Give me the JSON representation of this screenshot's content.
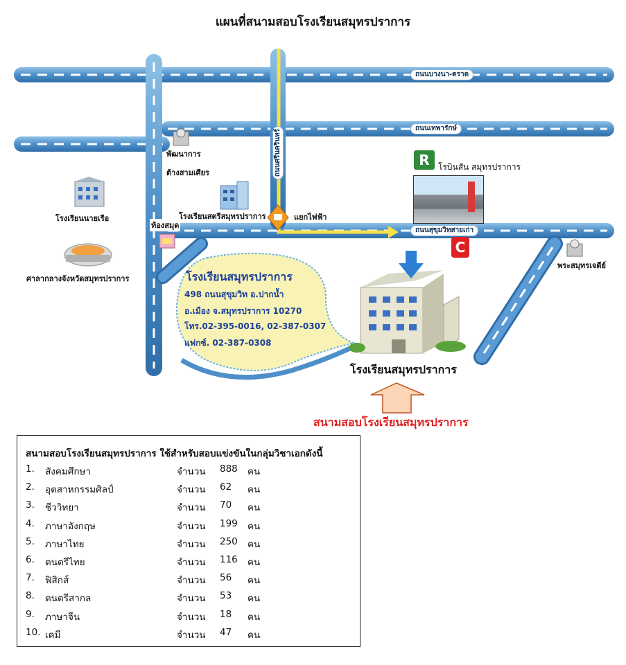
{
  "title": "แผนที่สนามสอบโรงเรียนสมุทรปราการ",
  "roads": {
    "bangna_trad": "ถนนบางนา-ตราด",
    "thepharak": "ถนนเทพารักษ์",
    "sukhumvit_old": "ถนนสุขุมวิทสายเก่า",
    "srinakarin": "ถนนศรีนครินทร์"
  },
  "places": {
    "pattanakarn": "พัฒนาการ",
    "tang_sam_khian": "ต้างสามเศียร",
    "robinson": "โรบินสัน สมุทรปราการ",
    "satri_school": "โรงเรียนสตรีสมุทรปราการ",
    "traffic_light": "แยกไฟฟ้า",
    "thong_samut": "ท้องสมุด",
    "navy_school": "โรงเรียนนายเรือ",
    "city_hall": "ศาลากลางจังหวัดสมุทรปราการ",
    "phra_samut_chedi": "พระสมุทรเจดีย์",
    "school_name": "โรงเรียนสมุทรปราการ",
    "venue": "สนามสอบโรงเรียนสมุทรปราการ"
  },
  "icons": {
    "robinson_logo": "R",
    "big_c_logo": "C"
  },
  "bubble": {
    "name": "โรงเรียนสมุทรปราการ",
    "line1": "498 ถนนสุขุมวิท อ.ปากน้ำ",
    "line2": "อ.เมือง จ.สมุทรปราการ 10270",
    "line3": "โทร.02-395-0016, 02-387-0307",
    "line4": "แฟกซ์. 02-387-0308"
  },
  "subjects_table": {
    "heading": "สนามสอบโรงเรียนสมุทรปราการ ใช้สำหรับสอบแข่งขันในกลุ่มวิชาเอกดังนี้",
    "count_label": "จำนวน",
    "unit": "คน",
    "rows": [
      {
        "no": "1.",
        "subject": "สังคมศึกษา",
        "count": "888"
      },
      {
        "no": "2.",
        "subject": "อุตสาหกรรมศิลป์",
        "count": "62"
      },
      {
        "no": "3.",
        "subject": "ชีววิทยา",
        "count": "70"
      },
      {
        "no": "4.",
        "subject": "ภาษาอังกฤษ",
        "count": "199"
      },
      {
        "no": "5.",
        "subject": "ภาษาไทย",
        "count": "250"
      },
      {
        "no": "6.",
        "subject": "ดนตรีไทย",
        "count": "116"
      },
      {
        "no": "7.",
        "subject": "ฟิสิกส์",
        "count": "56"
      },
      {
        "no": "8.",
        "subject": "ดนตรีสากล",
        "count": "53"
      },
      {
        "no": "9.",
        "subject": "ภาษาจีน",
        "count": "18"
      },
      {
        "no": "10.",
        "subject": "เคมี",
        "count": "47"
      }
    ]
  },
  "colors": {
    "road": "#5b9bd5",
    "road_dash": "#ffffff",
    "route": "#f5e04a",
    "venue_red": "#e02020",
    "bubble_fill": "#f8f3b5"
  }
}
